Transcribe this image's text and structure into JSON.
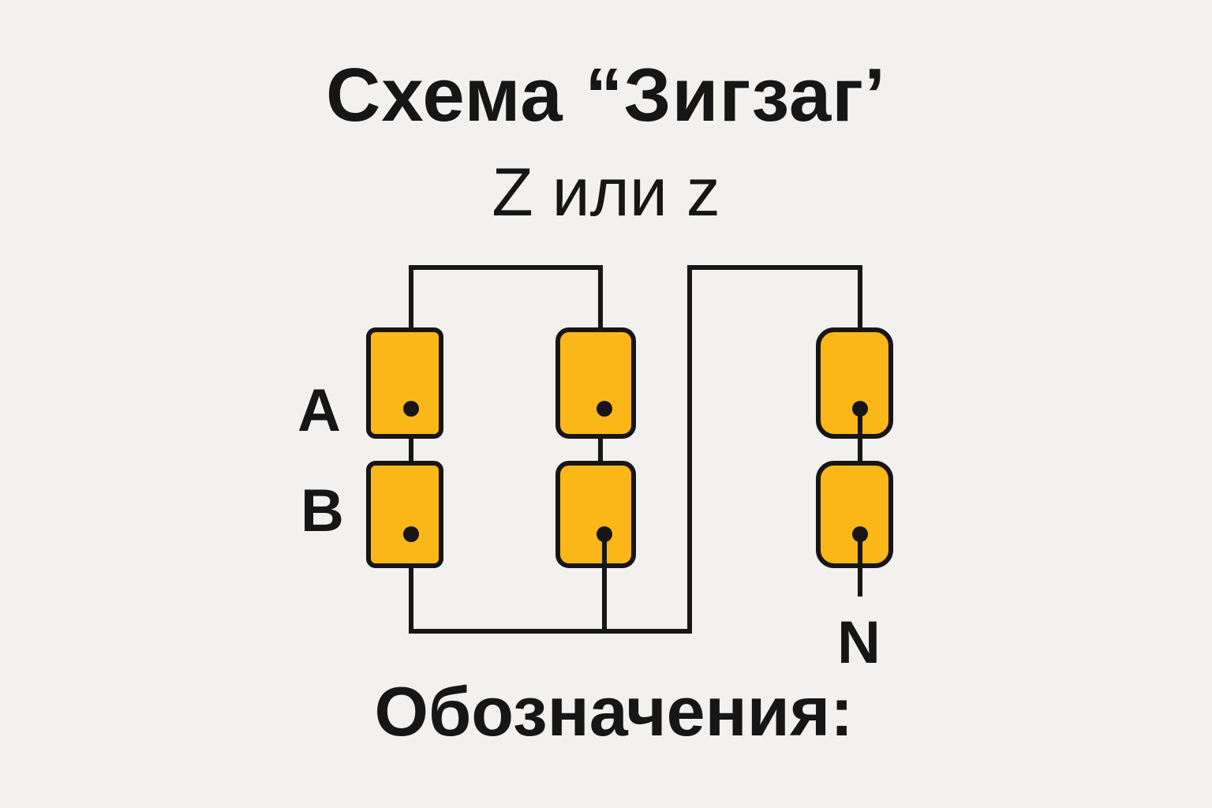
{
  "title": "Схема “Зигзаг’",
  "subtitle": "Z или z",
  "legend_title": "Обозначения:",
  "labels": {
    "a": "A",
    "b": "B",
    "n": "N"
  },
  "colors": {
    "background": "#f2f1ef",
    "coil_fill": "#fbb718",
    "ink": "#161616"
  },
  "diagram": {
    "columns": [
      "left-column",
      "middle-column",
      "right-column"
    ],
    "coils_per_column": 2
  }
}
